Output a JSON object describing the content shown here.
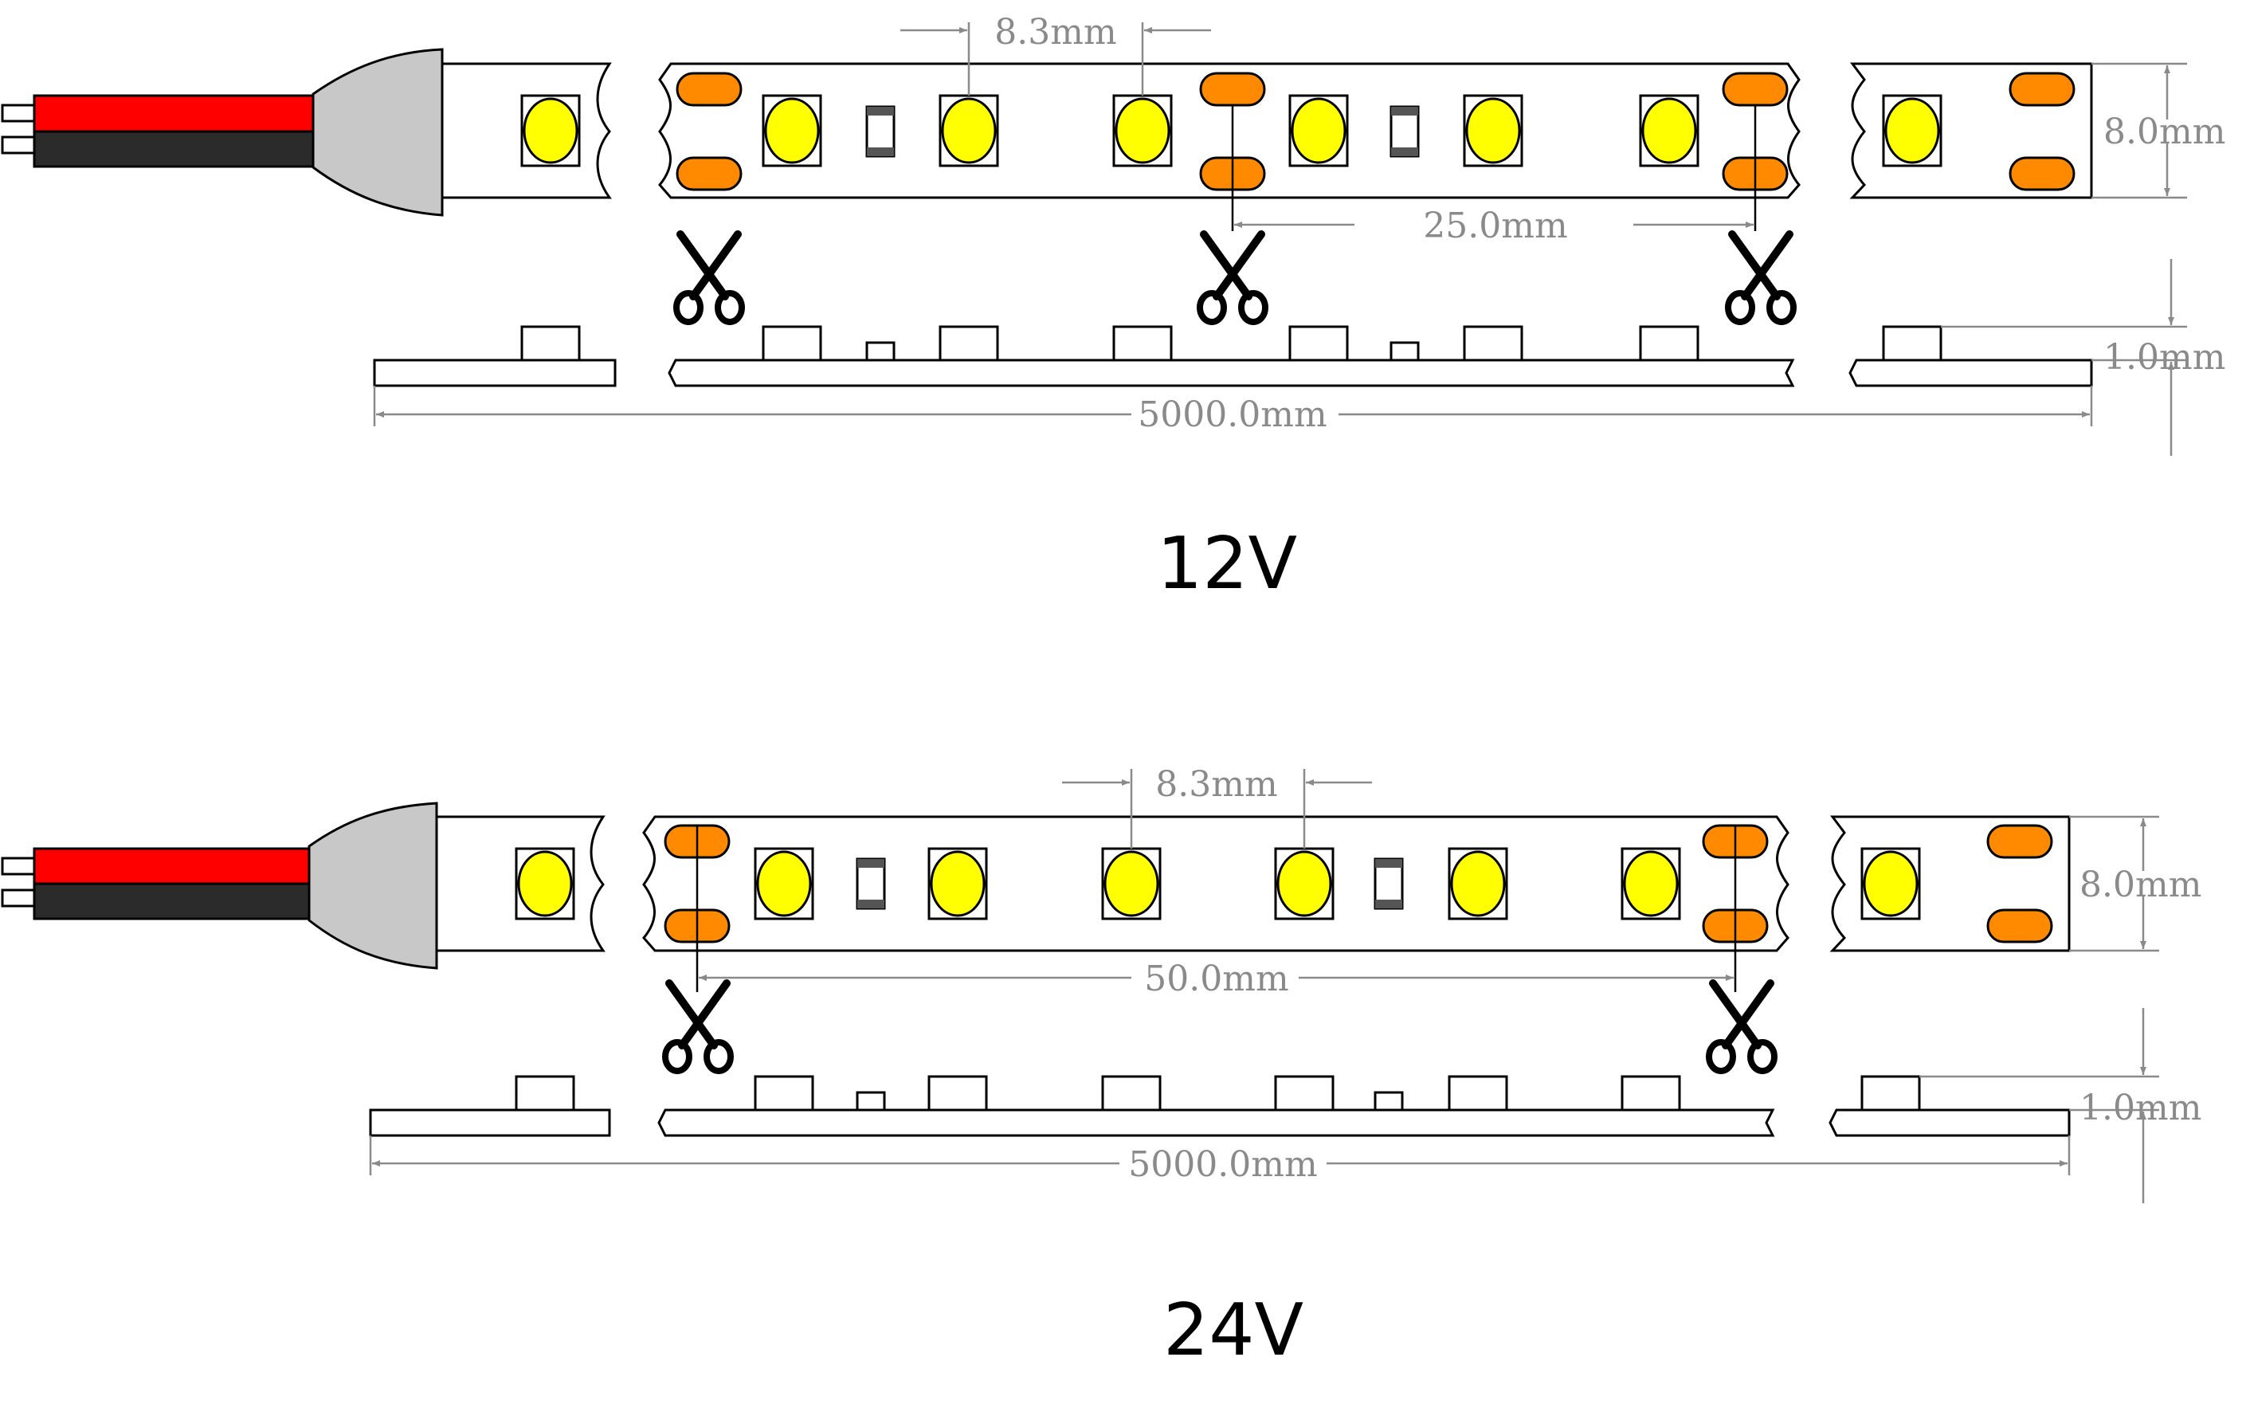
{
  "colors": {
    "led": "#ffff00",
    "pad": "#ff8a00",
    "wire_red": "#ff0000",
    "wire_black": "#2b2b2b",
    "connector": "#c8c8c8",
    "dimension": "#8a8a8a"
  },
  "icons": [
    "scissors-icon"
  ],
  "diagrams": [
    {
      "voltage_label": "12V",
      "led_pitch_label": "8.3mm",
      "cut_length_label": "25.0mm",
      "width_label": "8.0mm",
      "thickness_label": "1.0mm",
      "total_length_label": "5000.0mm"
    },
    {
      "voltage_label": "24V",
      "led_pitch_label": "8.3mm",
      "cut_length_label": "50.0mm",
      "width_label": "8.0mm",
      "thickness_label": "1.0mm",
      "total_length_label": "5000.0mm"
    }
  ]
}
